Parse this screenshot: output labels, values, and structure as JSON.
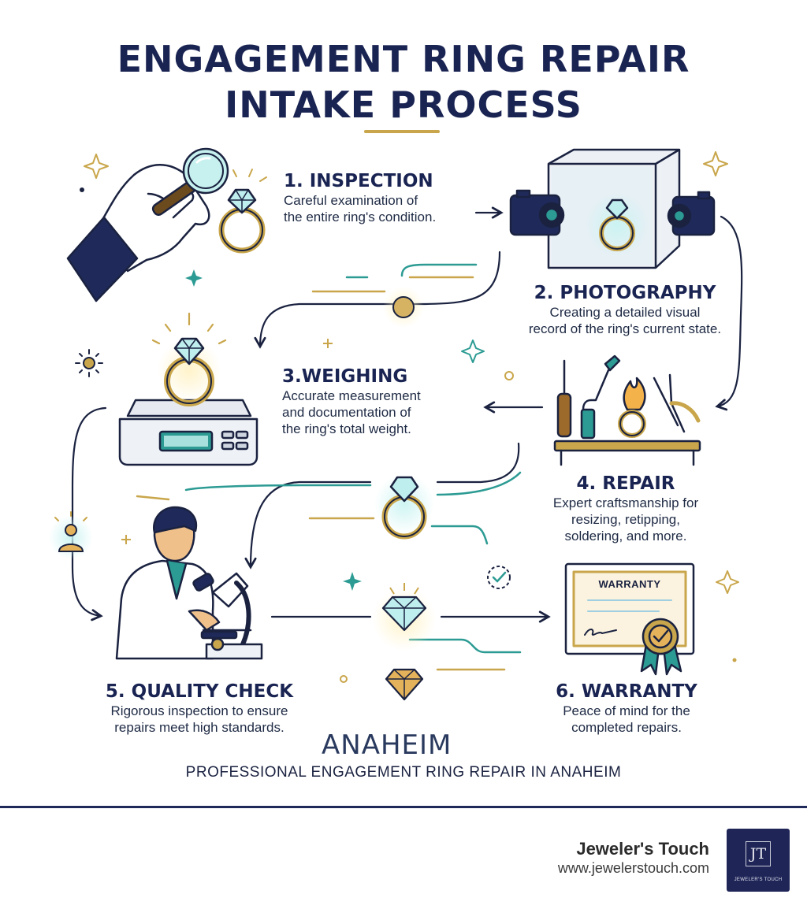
{
  "title": {
    "line1": "ENGAGEMENT RING REPAIR",
    "line2": "INTAKE PROCESS"
  },
  "steps": [
    {
      "heading": "1. INSPECTION",
      "line1": "Careful examination of",
      "line2": "the entire ring's condition.",
      "icon": "magnifier-ring-icon"
    },
    {
      "heading": "2. PHOTOGRAPHY",
      "line1": "Creating a detailed visual",
      "line2": "record of the ring's current state.",
      "icon": "camera-lightbox-icon"
    },
    {
      "heading": "3.WEIGHING",
      "line1": "Accurate measurement",
      "line2": "and documentation of",
      "line3": "the ring's total weight.",
      "icon": "scale-icon"
    },
    {
      "heading": "4. REPAIR",
      "line1": "Expert craftsmanship for",
      "line2": "resizing, retipping,",
      "line3": "soldering, and more.",
      "icon": "tools-icon"
    },
    {
      "heading": "5. QUALITY CHECK",
      "line1": "Rigorous inspection to ensure",
      "line2": "repairs meet high standards.",
      "icon": "microscope-icon"
    },
    {
      "heading": "6. WARRANTY",
      "line1": "Peace of mind for the",
      "line2": "completed repairs.",
      "icon": "certificate-icon"
    }
  ],
  "certificate_label": "WARRANTY",
  "brand_word": "ANAHEIM",
  "subtitle": "PROFESSIONAL ENGAGEMENT RING REPAIR IN ANAHEIM",
  "footer": {
    "company": "Jeweler's Touch",
    "url": "www.jewelerstouch.com",
    "logo_monogram": "JT",
    "logo_text": "JEWELER'S TOUCH"
  },
  "colors": {
    "navy": "#1a2452",
    "gold": "#c9a64b",
    "teal": "#2c9b93",
    "diamond": "#bfeeee"
  }
}
